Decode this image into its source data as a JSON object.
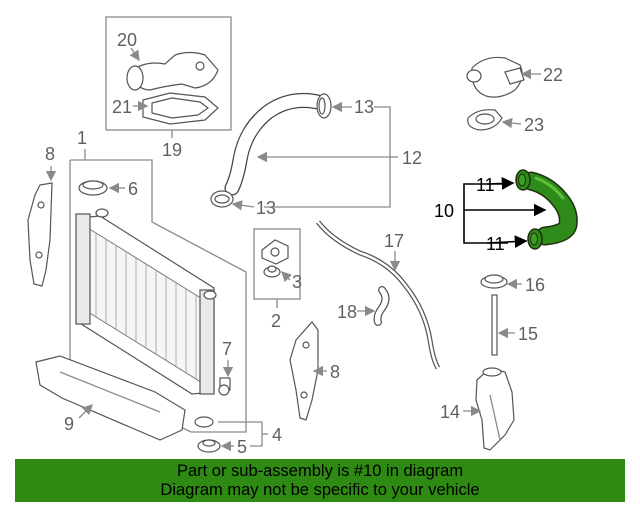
{
  "callouts": {
    "c1": "1",
    "c2": "2",
    "c3": "3",
    "c4": "4",
    "c5": "5",
    "c6": "6",
    "c7": "7",
    "c8a": "8",
    "c8b": "8",
    "c9": "9",
    "c10": "10",
    "c11a": "11",
    "c11b": "11",
    "c12": "12",
    "c13a": "13",
    "c13b": "13",
    "c14": "14",
    "c15": "15",
    "c16": "16",
    "c17": "17",
    "c18": "18",
    "c19": "19",
    "c20": "20",
    "c21": "21",
    "c22": "22",
    "c23": "23"
  },
  "highlight": {
    "part_number": "10",
    "color": "#2e8b1a"
  },
  "banner": {
    "line1": "Part or sub-assembly is #10 in diagram",
    "line2": "Diagram may not be specific to your vehicle",
    "color": "#2f8a14"
  }
}
